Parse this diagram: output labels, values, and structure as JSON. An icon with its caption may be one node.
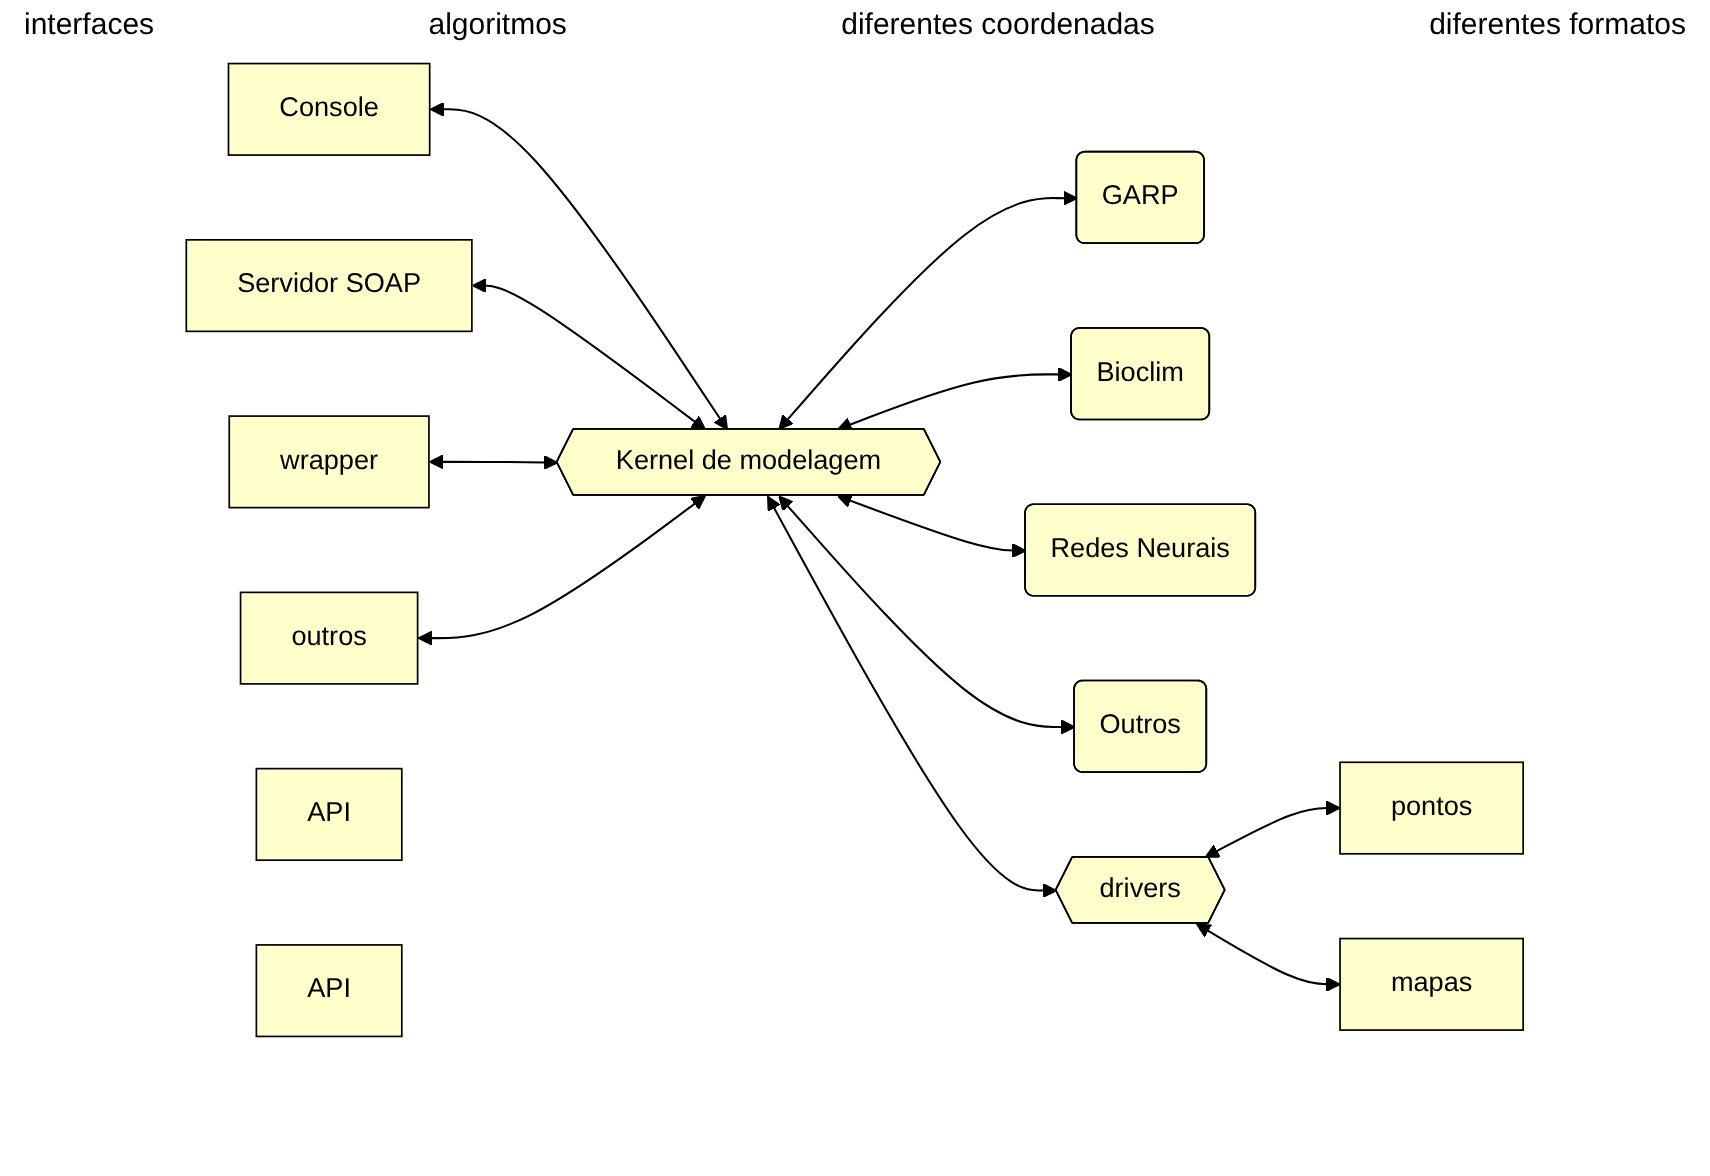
{
  "diagram": {
    "nodes": [
      {
        "text": [
          "Console"
        ]
      },
      {
        "text": [
          "Servidor SOAP"
        ]
      },
      {
        "text": [
          "wrapper"
        ]
      },
      {
        "text": [
          "outros"
        ]
      },
      {
        "text": [
          "API"
        ]
      },
      {
        "text": [
          "Kernel de modelagem"
        ]
      },
      {
        "text": [
          "API"
        ]
      },
      {
        "text": [
          "GARP"
        ]
      },
      {
        "text": [
          "Bioclim"
        ]
      },
      {
        "text": [
          "Redes Neurais"
        ]
      },
      {
        "text": [
          "Outros"
        ]
      },
      {
        "text": [
          "drivers"
        ]
      },
      {
        "text": [
          "pontos"
        ]
      },
      {
        "text": [
          "mapas"
        ]
      }
    ],
    "edges": [
      {
        "from": 0,
        "to": 5,
        "arrow": "both"
      },
      {
        "from": 1,
        "to": 5,
        "arrow": "both"
      },
      {
        "from": 2,
        "to": 5,
        "arrow": "both"
      },
      {
        "from": 3,
        "to": 5,
        "arrow": "both"
      },
      {
        "from": 5,
        "to": 7,
        "arrow": "both"
      },
      {
        "from": 5,
        "to": 8,
        "arrow": "both"
      },
      {
        "from": 5,
        "to": 9,
        "arrow": "both"
      },
      {
        "from": 5,
        "to": 10,
        "arrow": "both"
      },
      {
        "from": 5,
        "to": 11,
        "arrow": "both"
      },
      {
        "from": 11,
        "to": 12,
        "arrow": "both"
      },
      {
        "from": 11,
        "to": 13,
        "arrow": "both"
      }
    ],
    "labels": [
      "interfaces",
      "algoritmos",
      "diferentes coordenadas",
      "diferentes formatos"
    ]
  }
}
